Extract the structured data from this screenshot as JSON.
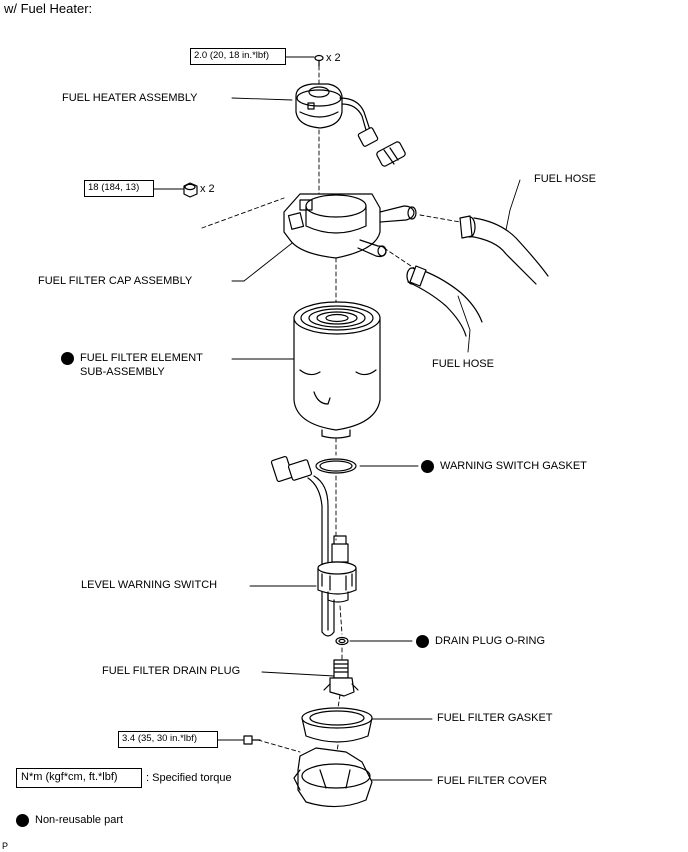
{
  "header": "w/ Fuel Heater:",
  "torque_specs": {
    "heater_screw": "2.0 (20, 18 in.*lbf)",
    "cap_nut": "18 (184, 13)",
    "cover_bolt": "3.4 (35, 30 in.*lbf)"
  },
  "quantities": {
    "heater_screw": "x 2",
    "cap_nut": "x 2"
  },
  "parts": {
    "fuel_heater_assembly": "FUEL HEATER ASSEMBLY",
    "fuel_hose_upper": "FUEL HOSE",
    "fuel_filter_cap_assembly": "FUEL FILTER CAP ASSEMBLY",
    "fuel_hose_lower": "FUEL HOSE",
    "fuel_filter_element_line1": "FUEL FILTER ELEMENT",
    "fuel_filter_element_line2": "SUB-ASSEMBLY",
    "warning_switch_gasket": "WARNING SWITCH GASKET",
    "level_warning_switch": "LEVEL WARNING SWITCH",
    "drain_plug_o_ring": "DRAIN PLUG O-RING",
    "fuel_filter_drain_plug": "FUEL FILTER DRAIN PLUG",
    "fuel_filter_gasket": "FUEL FILTER GASKET",
    "fuel_filter_cover": "FUEL FILTER COVER"
  },
  "legend": {
    "torque_unit": "N*m (kgf*cm, ft.*lbf)",
    "torque_desc": ": Specified torque",
    "non_reusable": "Non-reusable part"
  },
  "corner_code": "P"
}
